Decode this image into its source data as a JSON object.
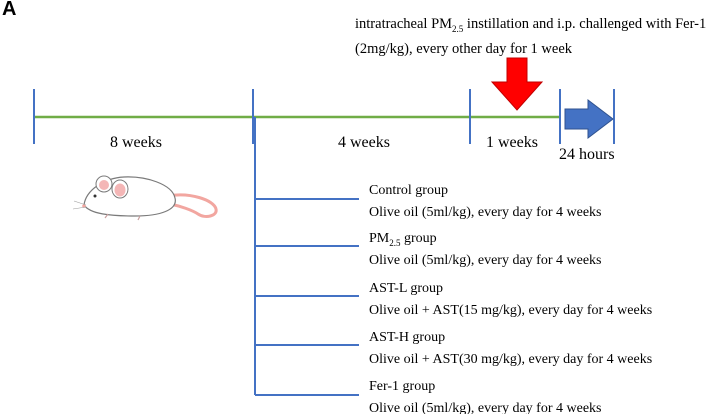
{
  "panel_label": "A",
  "treatment_note": {
    "line1_pre": "intratracheal PM",
    "line1_sub": "2.5",
    "line1_post": " instillation and i.p. challenged with Fer-1",
    "line2": "(2mg/kg), every other day for 1 week"
  },
  "timeline": {
    "periods": [
      "8 weeks",
      "4 weeks",
      "1 weeks",
      "24 hours"
    ]
  },
  "groups": [
    {
      "name_pre": "Control group",
      "name_sub": "",
      "name_post": "",
      "detail": "Olive oil (5ml/kg), every day for 4 weeks"
    },
    {
      "name_pre": "PM",
      "name_sub": "2.5",
      "name_post": " group",
      "detail": "Olive oil (5ml/kg), every day for 4 weeks"
    },
    {
      "name_pre": "AST-L group",
      "name_sub": "",
      "name_post": "",
      "detail": "Olive oil + AST(15 mg/kg), every day for 4 weeks"
    },
    {
      "name_pre": "AST-H group",
      "name_sub": "",
      "name_post": "",
      "detail": "Olive oil + AST(30 mg/kg), every day for 4 weeks"
    },
    {
      "name_pre": "Fer-1 group",
      "name_sub": "",
      "name_post": "",
      "detail": "Olive oil (5ml/kg), every day for 4 weeks"
    }
  ],
  "colors": {
    "timeline": "#70ad47",
    "tick": "#4472c4",
    "red_arrow": "#ff0000",
    "blue_arrow": "#4472c4",
    "mouse_ear": "#f4b6b6",
    "mouse_tail": "#f2a6a0"
  }
}
